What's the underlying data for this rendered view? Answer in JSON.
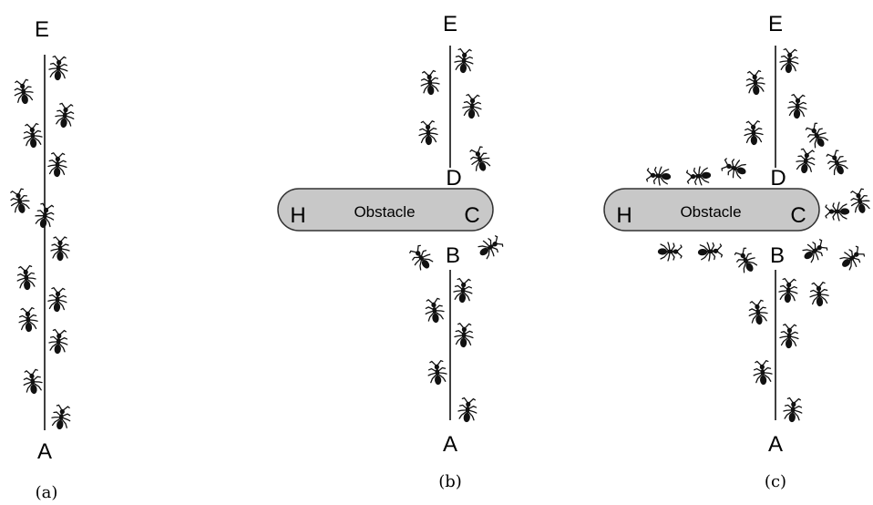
{
  "icons": {
    "ant": "ant-icon"
  },
  "colors": {
    "line": "#000000",
    "ant": "#111111",
    "obstacle_fill": "#c8c8c8",
    "obstacle_stroke": "#333333"
  },
  "panel_a": {
    "caption": "(a)",
    "label_top": "E",
    "label_bottom": "A"
  },
  "panel_b": {
    "caption": "(b)",
    "label_top": "E",
    "label_d": "D",
    "label_h": "H",
    "obstacle_text": "Obstacle",
    "label_c": "C",
    "label_b": "B",
    "label_bottom": "A"
  },
  "panel_c": {
    "caption": "(c)",
    "label_top": "E",
    "label_d": "D",
    "label_h": "H",
    "obstacle_text": "Obstacle",
    "label_c": "C",
    "label_b": "B",
    "label_bottom": "A"
  }
}
